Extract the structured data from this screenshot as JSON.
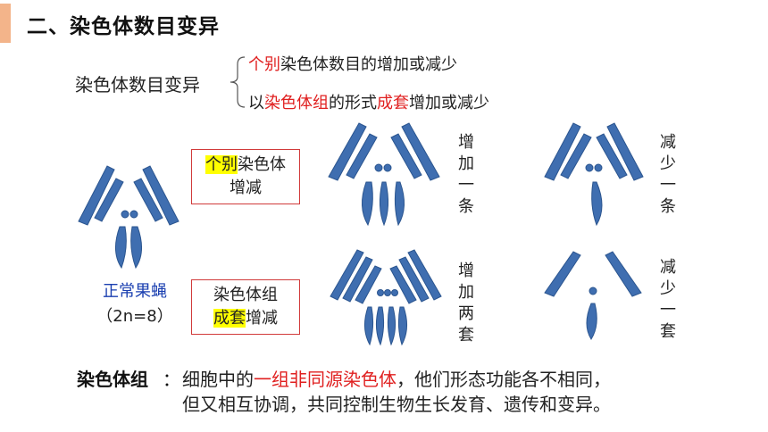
{
  "section_title": "二、染色体数目变异",
  "main_label": "染色体数目变异",
  "branches": [
    {
      "red": "个别",
      "rest": "染色体数目的增加或减少"
    },
    {
      "pre": "以",
      "red1": "染色体组",
      "mid": "的形式",
      "red2": "成套",
      "rest": "增加或减少"
    }
  ],
  "box_individual": {
    "highlight": "个别",
    "text1": "染色体",
    "text2": "增减"
  },
  "box_set": {
    "text1": "染色体组",
    "highlight": "成套",
    "text2": "增减"
  },
  "fly_label": {
    "name": "正常果蝇",
    "karyotype": "（2n=8）"
  },
  "vertical_labels": {
    "add_one": [
      "增",
      "加",
      "一",
      "条"
    ],
    "sub_one": [
      "减",
      "少",
      "一",
      "条"
    ],
    "add_two": [
      "增",
      "加",
      "两",
      "套"
    ],
    "sub_one_set": [
      "减",
      "少",
      "一",
      "套"
    ]
  },
  "definition": {
    "term": "染色体组",
    "colon": "：",
    "line1_pre": "细胞中的",
    "line1_red": "一组非同源染色体",
    "line1_post": "，他们形态功能各不相同，",
    "line2": "但又相互协调，共同控制生物生长发育、遗传和变异。"
  },
  "colors": {
    "accent": "#f3b48a",
    "red": "#e02020",
    "highlight": "#ffff00",
    "chromosome": "#3f6eb0",
    "fly_label": "#1a3fb0"
  }
}
